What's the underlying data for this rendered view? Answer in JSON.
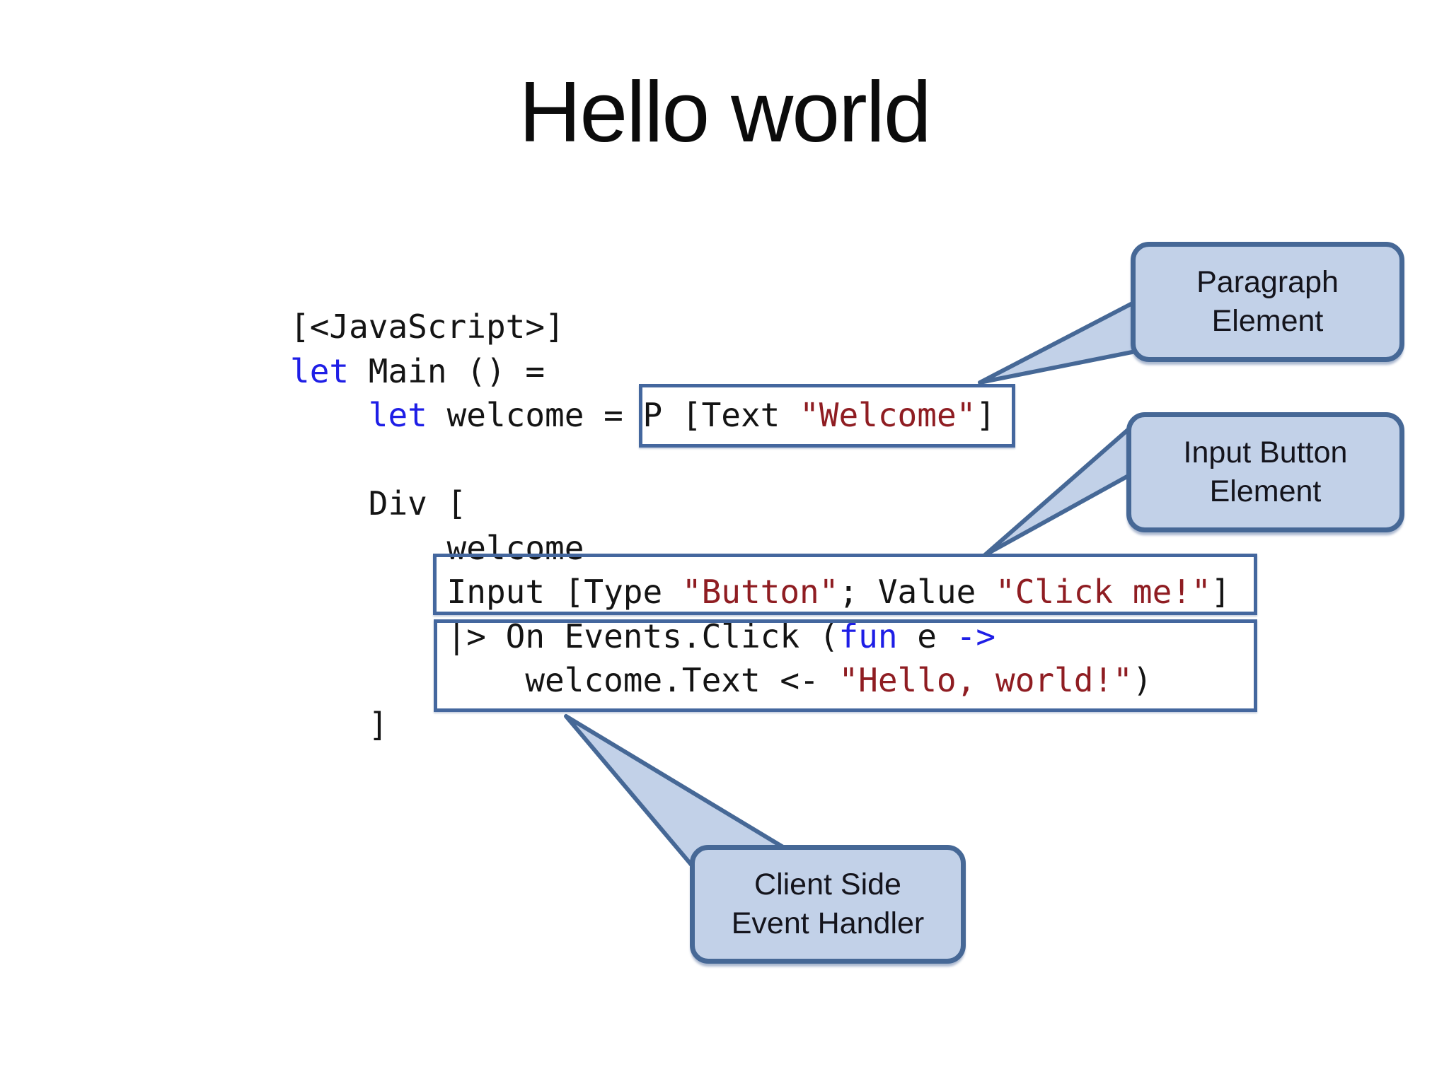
{
  "slide": {
    "title": "Hello world"
  },
  "code": {
    "lines": [
      [
        [
          "p",
          "[<JavaScript>]"
        ]
      ],
      [
        [
          "k",
          "let"
        ],
        [
          "p",
          " Main () ="
        ]
      ],
      [
        [
          "p",
          "    "
        ],
        [
          "k",
          "let"
        ],
        [
          "p",
          " welcome = P [Text "
        ],
        [
          "s",
          "\"Welcome\""
        ],
        [
          "p",
          "]"
        ]
      ],
      [],
      [
        [
          "p",
          "    Div ["
        ]
      ],
      [
        [
          "p",
          "        welcome"
        ]
      ],
      [
        [
          "p",
          "        Input [Type "
        ],
        [
          "s",
          "\"Button\""
        ],
        [
          "p",
          "; Value "
        ],
        [
          "s",
          "\"Click me!\""
        ],
        [
          "p",
          "]"
        ]
      ],
      [
        [
          "p",
          "        |> On Events.Click ("
        ],
        [
          "k",
          "fun"
        ],
        [
          "p",
          " e "
        ],
        [
          "k",
          "->"
        ]
      ],
      [
        [
          "p",
          "            welcome.Text <- "
        ],
        [
          "s",
          "\"Hello, world!\""
        ],
        [
          "p",
          ")"
        ]
      ],
      [
        [
          "p",
          "    ]"
        ]
      ]
    ]
  },
  "callouts": [
    {
      "id": "paragraph",
      "lines": [
        "Paragraph",
        "Element"
      ]
    },
    {
      "id": "input-button",
      "lines": [
        "Input Button",
        "Element"
      ]
    },
    {
      "id": "client-side",
      "lines": [
        "Client Side",
        "Event Handler"
      ]
    }
  ],
  "colors": {
    "keyword": "#1e1ee6",
    "string": "#8f1d22",
    "box_border": "#44679e",
    "callout_fill": "#c2d1e8",
    "callout_border": "#466896"
  }
}
